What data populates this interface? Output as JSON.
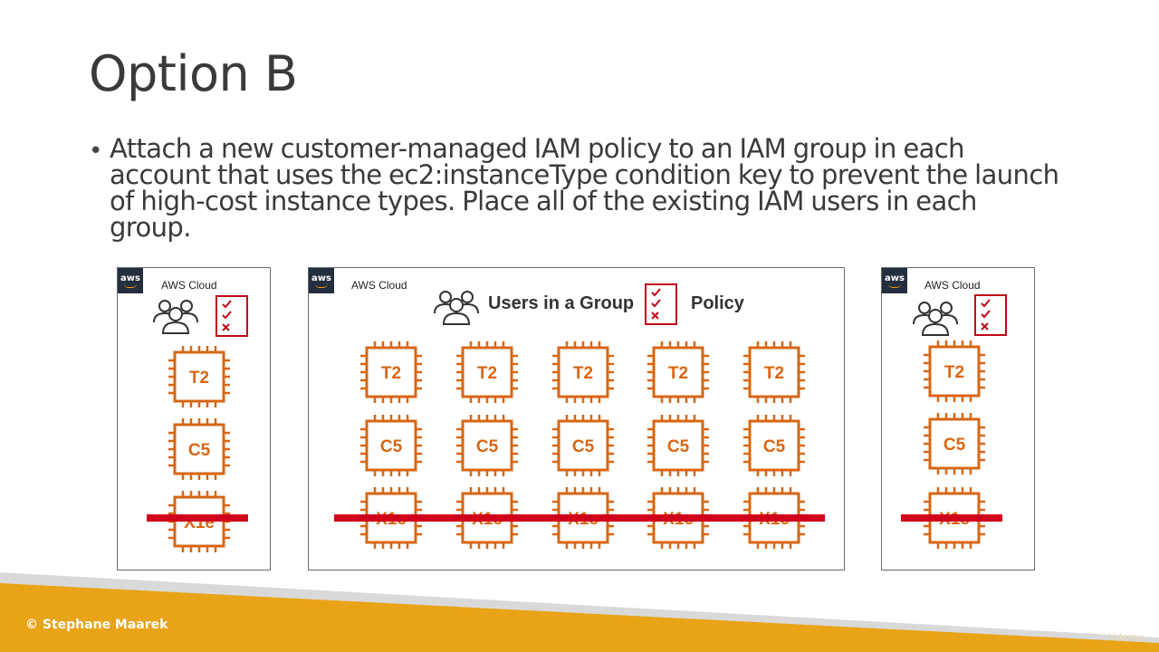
{
  "slide": {
    "title": "Option B",
    "bullet": "Attach a new customer-managed IAM policy to an IAM group in each account that uses the ec2:instanceType condition key to prevent the launch of high-cost instance types. Place all of the existing IAM users in each group.",
    "copyright": "© Stephane Maarek",
    "watermark": "Udemy"
  },
  "diagram": {
    "aws_badge": "aws",
    "cloud_label": "AWS Cloud",
    "users_label": "Users in a Group",
    "policy_label": "Policy",
    "instance_types": [
      "T2",
      "C5",
      "X1e"
    ],
    "blocked_type": "X1e",
    "accounts": [
      {
        "columns": 1,
        "show_labels": false
      },
      {
        "columns": 5,
        "show_labels": true
      },
      {
        "columns": 1,
        "show_labels": false
      }
    ]
  },
  "colors": {
    "chip": "#d86613",
    "policy": "#bf0816",
    "strike": "#d0021b",
    "footer_gold": "#e8a317",
    "footer_grey": "#d9d9d9"
  }
}
